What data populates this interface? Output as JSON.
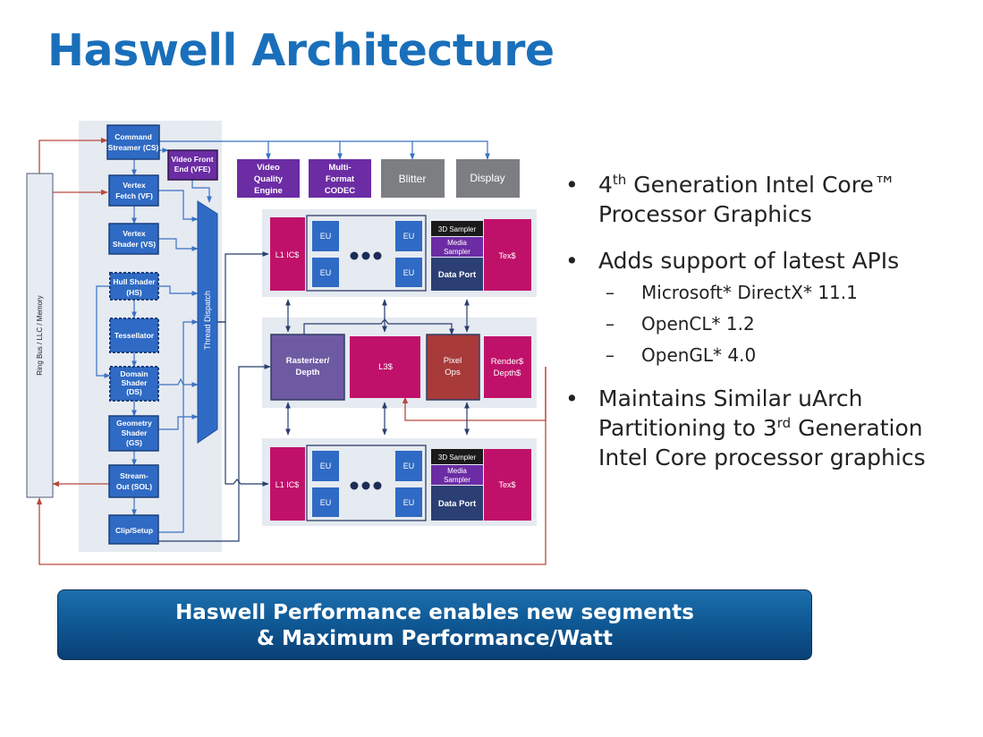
{
  "slide": {
    "title": "Haswell Architecture",
    "banner": {
      "line1": "Haswell Performance enables new segments",
      "line2": "& Maximum Performance/Watt"
    }
  },
  "bullets": {
    "b1": {
      "pre": "4",
      "sup": "th",
      "post": " Generation Intel Core™ Processor Graphics"
    },
    "b2": "Adds support of latest APIs",
    "sub": [
      "Microsoft* DirectX* 11.1",
      "OpenCL* 1.2",
      "OpenGL* 4.0"
    ],
    "b3": {
      "pre": "Maintains Similar uArch Partitioning to 3",
      "sup": "rd",
      "post": " Generation Intel Core processor graphics"
    }
  },
  "diagram": {
    "ring_bus": "Ring Bus / LLC / Memory",
    "thread_dispatch": "Thread Dispatch",
    "pipeline": {
      "cs": [
        "Command",
        "Streamer (CS)"
      ],
      "vfe": [
        "Video Front",
        "End (VFE)"
      ],
      "vf": [
        "Vertex",
        "Fetch (VF)"
      ],
      "vs": [
        "Vertex",
        "Shader (VS)"
      ],
      "hs": [
        "Hull Shader",
        "(HS)"
      ],
      "tess": [
        "Tessellator"
      ],
      "ds": [
        "Domain",
        "Shader",
        "(DS)"
      ],
      "gs": [
        "Geometry",
        "Shader",
        "(GS)"
      ],
      "sol": [
        "Stream-",
        "Out (SOL)"
      ],
      "clip": [
        "Clip/Setup"
      ]
    },
    "media": {
      "vqe": [
        "Video",
        "Quality",
        "Engine"
      ],
      "mfx": [
        "Multi-",
        "Format",
        "CODEC"
      ],
      "blitter": "Blitter",
      "display": "Display"
    },
    "slice": {
      "l1": "L1 IC$",
      "eu": "EU",
      "sampler3d": "3D Sampler",
      "media_sampler": [
        "Media",
        "Sampler"
      ],
      "data_port": "Data Port",
      "tex": "Tex$"
    },
    "common": {
      "raster": [
        "Rasterizer/",
        "Depth"
      ],
      "l3": "L3$",
      "pixel": [
        "Pixel",
        "Ops"
      ],
      "render": [
        "Render$",
        "Depth$"
      ]
    }
  }
}
